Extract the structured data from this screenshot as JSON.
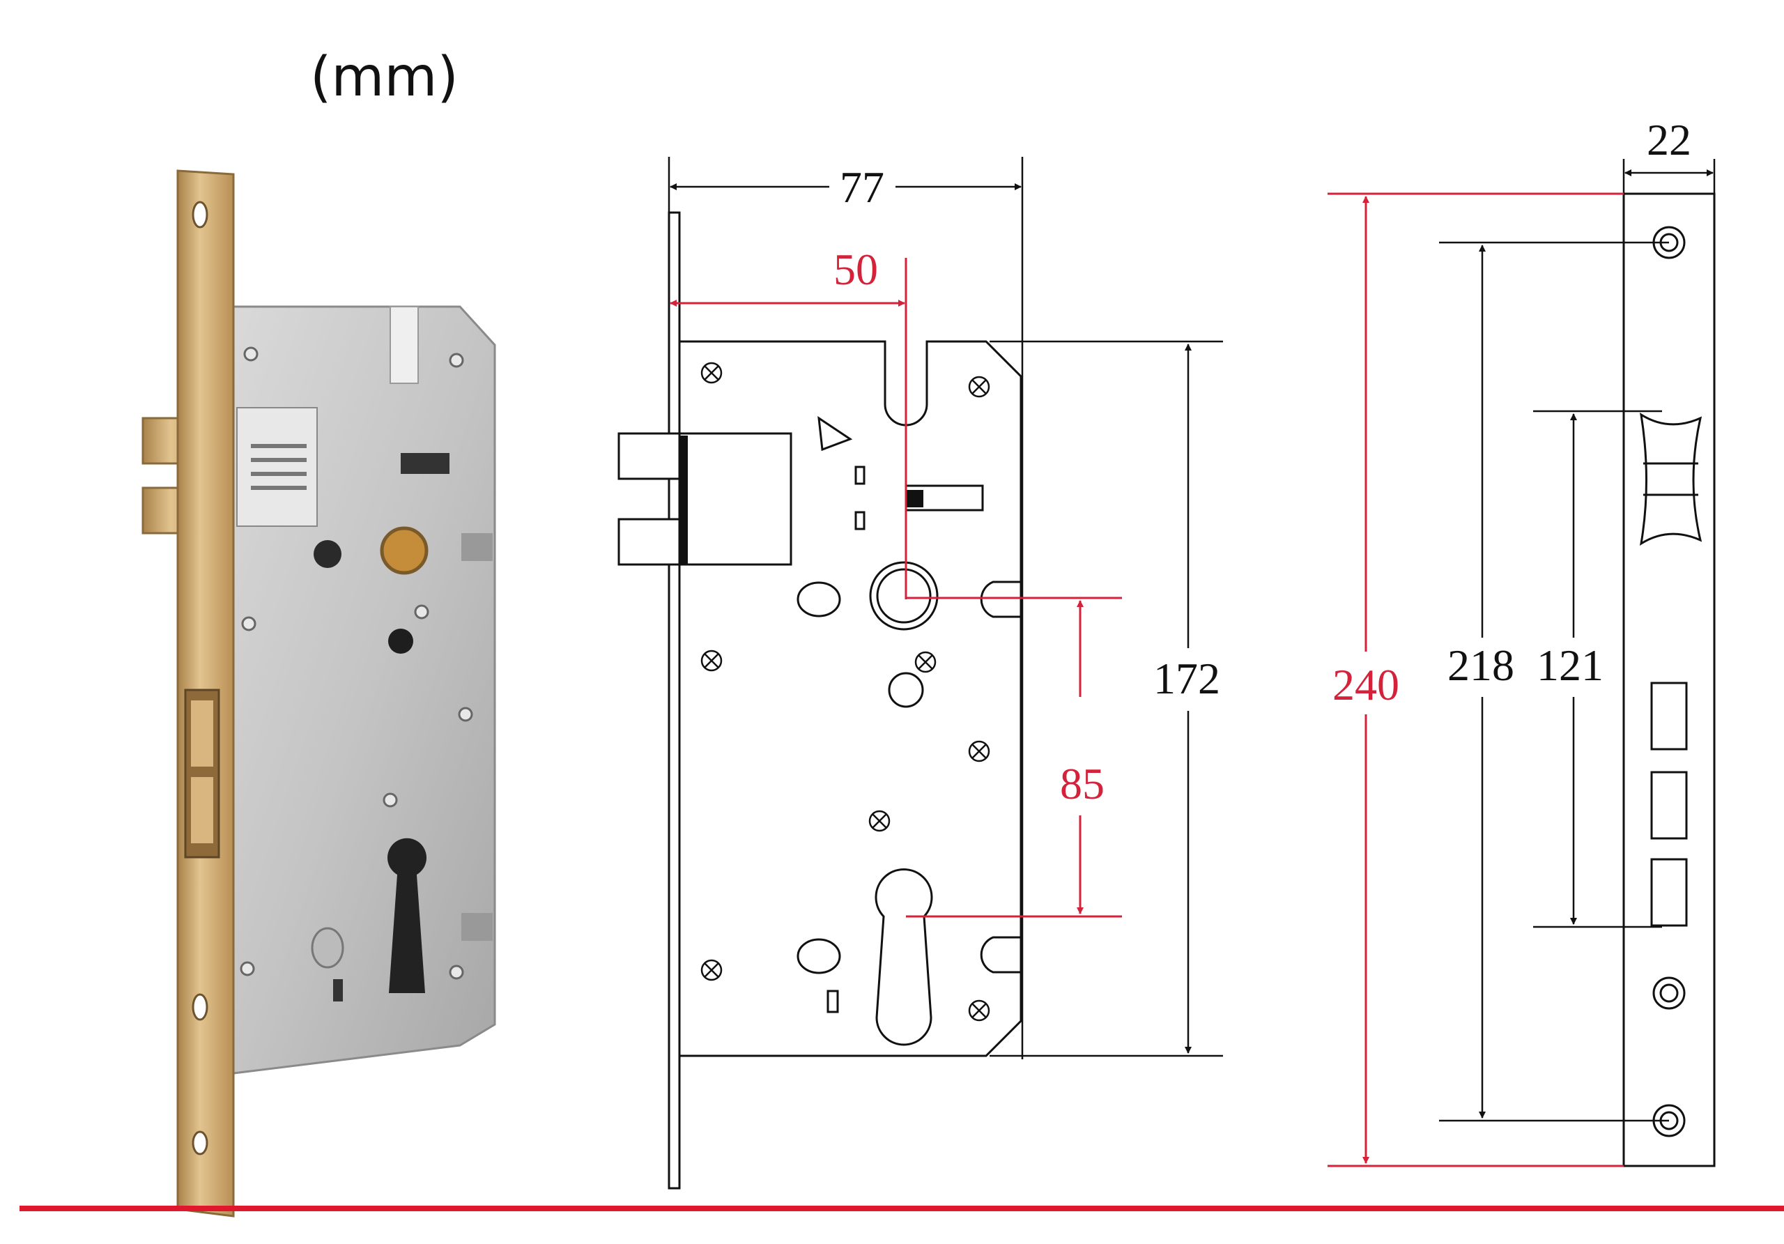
{
  "unit_label": "(mm)",
  "colors": {
    "dimension_black": "#111111",
    "dimension_red": "#d3223a",
    "brass": "#c9a46a",
    "steel": "#bfbfbf",
    "bottom_rule": "#e0182d"
  },
  "photo": {
    "subject": "mortise lock body photo"
  },
  "front_view": {
    "dimensions": {
      "width": "77",
      "backset": "50",
      "center_distance": "85",
      "case_height": "172"
    }
  },
  "side_view": {
    "dimensions": {
      "faceplate_width": "22",
      "faceplate_length": "240",
      "screw_spacing": "218",
      "latch_to_bolt": "121"
    }
  }
}
